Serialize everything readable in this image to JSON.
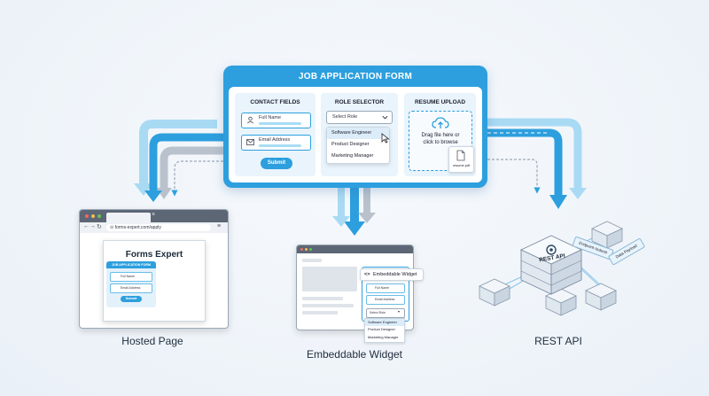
{
  "main_form": {
    "title": "JOB APPLICATION FORM",
    "contact": {
      "title": "CONTACT FIELDS",
      "full_name": "Full Name",
      "email": "Email Address",
      "submit": "Submit"
    },
    "role": {
      "title": "ROLE SELECTOR",
      "placeholder": "Select Role",
      "options": [
        "Software Engineer",
        "Product Designer",
        "Marketing Manager"
      ]
    },
    "resume": {
      "title": "RESUME UPLOAD",
      "drop_text_1": "Drag file here or",
      "drop_text_2": "click to browse",
      "file_name": "resume.pdf"
    }
  },
  "hosted": {
    "url": "forms-expert.com/apply",
    "brand": "Forms Expert",
    "form_title": "JOB APPLICATION FORM",
    "full_name": "Full Name",
    "email": "Email Address",
    "submit": "Submit",
    "caption": "Hosted Page"
  },
  "widget": {
    "label": "Embeddable Widget",
    "code_glyph": "<>",
    "full_name": "Full Name",
    "email": "Email Address",
    "select_role": "Select Role",
    "options": [
      "Software Engineer",
      "Product Designer",
      "Marketing Manager"
    ],
    "caption": "Embeddable Widget"
  },
  "api": {
    "label": "REST API",
    "tag_1": "Endpoint /submit",
    "tag_2": "Data Payload",
    "caption": "REST API"
  },
  "colors": {
    "primary": "#2d9fde",
    "arrow_light": "#6ec1ee",
    "arrow_gray": "#b9c2cc",
    "window_bar": "#5c6675"
  }
}
